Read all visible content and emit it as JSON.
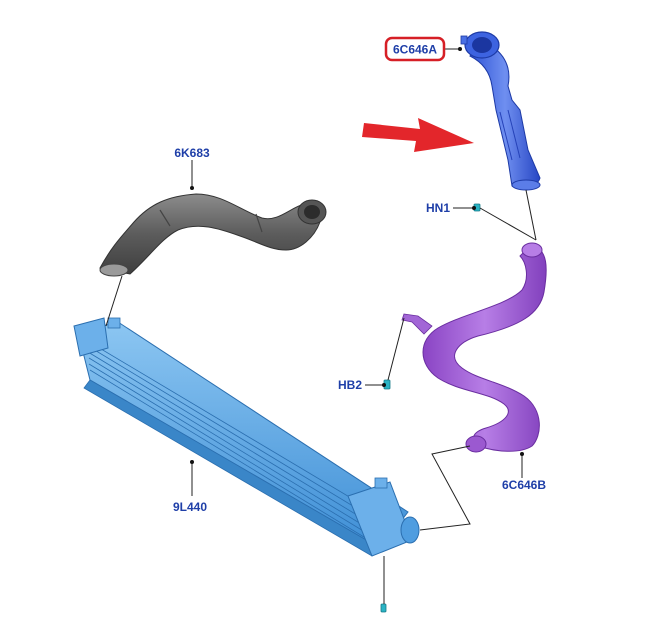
{
  "diagram": {
    "parts": [
      {
        "id": "6C646A",
        "label": "6C646A",
        "highlighted": true,
        "color": "#3d63e0"
      },
      {
        "id": "6K683",
        "label": "6K683",
        "color": "#6e6e6e"
      },
      {
        "id": "HN1",
        "label": "HN1",
        "color": "#2bb3c4"
      },
      {
        "id": "HB2",
        "label": "HB2",
        "color": "#2bb3c4"
      },
      {
        "id": "9L440",
        "label": "9L440",
        "color": "#4f9de0"
      },
      {
        "id": "6C646B",
        "label": "6C646B",
        "color": "#9b59d0"
      }
    ],
    "highlight_color": "#d61f26",
    "arrow_color": "#e3262b",
    "label_color": "#1f3fa8"
  }
}
